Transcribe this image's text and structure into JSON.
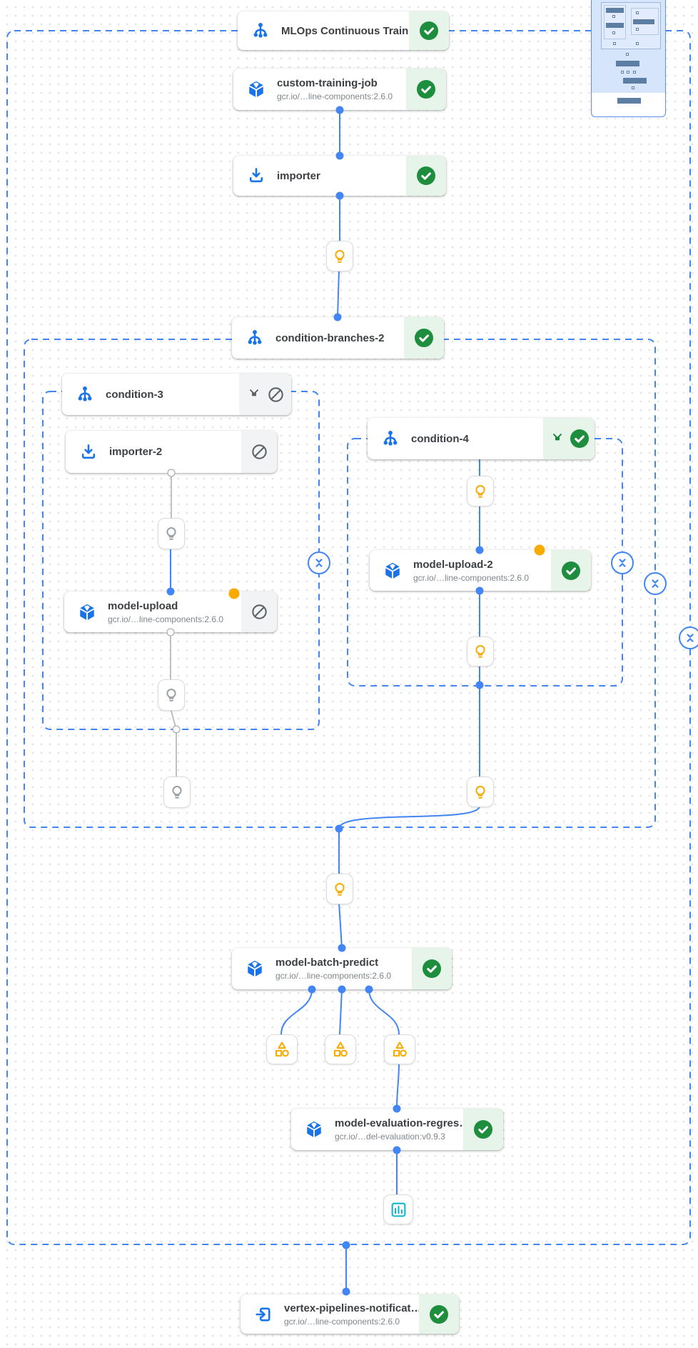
{
  "pipeline": {
    "nodes": {
      "mlops": {
        "title": "MLOps Continuous Traini…",
        "status": "succeeded"
      },
      "custom_training_job": {
        "title": "custom-training-job",
        "subtitle": "gcr.io/…line-components:2.6.0",
        "status": "succeeded"
      },
      "importer": {
        "title": "importer",
        "status": "succeeded"
      },
      "condition_branches_2": {
        "title": "condition-branches-2",
        "status": "succeeded"
      },
      "condition_3": {
        "title": "condition-3",
        "status": "skipped"
      },
      "importer_2": {
        "title": "importer-2",
        "status": "skipped"
      },
      "model_upload": {
        "title": "model-upload",
        "subtitle": "gcr.io/…line-components:2.6.0",
        "status": "skipped"
      },
      "condition_4": {
        "title": "condition-4",
        "status": "succeeded"
      },
      "model_upload_2": {
        "title": "model-upload-2",
        "subtitle": "gcr.io/…line-components:2.6.0",
        "status": "succeeded"
      },
      "model_batch_predict": {
        "title": "model-batch-predict",
        "subtitle": "gcr.io/…line-components:2.6.0",
        "status": "succeeded"
      },
      "model_evaluation_regression": {
        "title": "model-evaluation-regres…",
        "subtitle": "gcr.io/…del-evaluation:v0.9.3",
        "status": "succeeded"
      },
      "vertex_pipelines_notification": {
        "title": "vertex-pipelines-notificat…",
        "subtitle": "gcr.io/…line-components:2.6.0",
        "status": "succeeded"
      }
    },
    "colors": {
      "accent_blue": "#4285f4",
      "icon_blue": "#1a73e8",
      "success_green": "#1e8e3e",
      "success_badge_bg": "#e6f4ea",
      "skipped_badge_bg": "#f1f3f4",
      "skipped_gray": "#5f6368",
      "warning_yellow": "#f9ab00",
      "metrics_teal": "#12b5cb"
    }
  }
}
